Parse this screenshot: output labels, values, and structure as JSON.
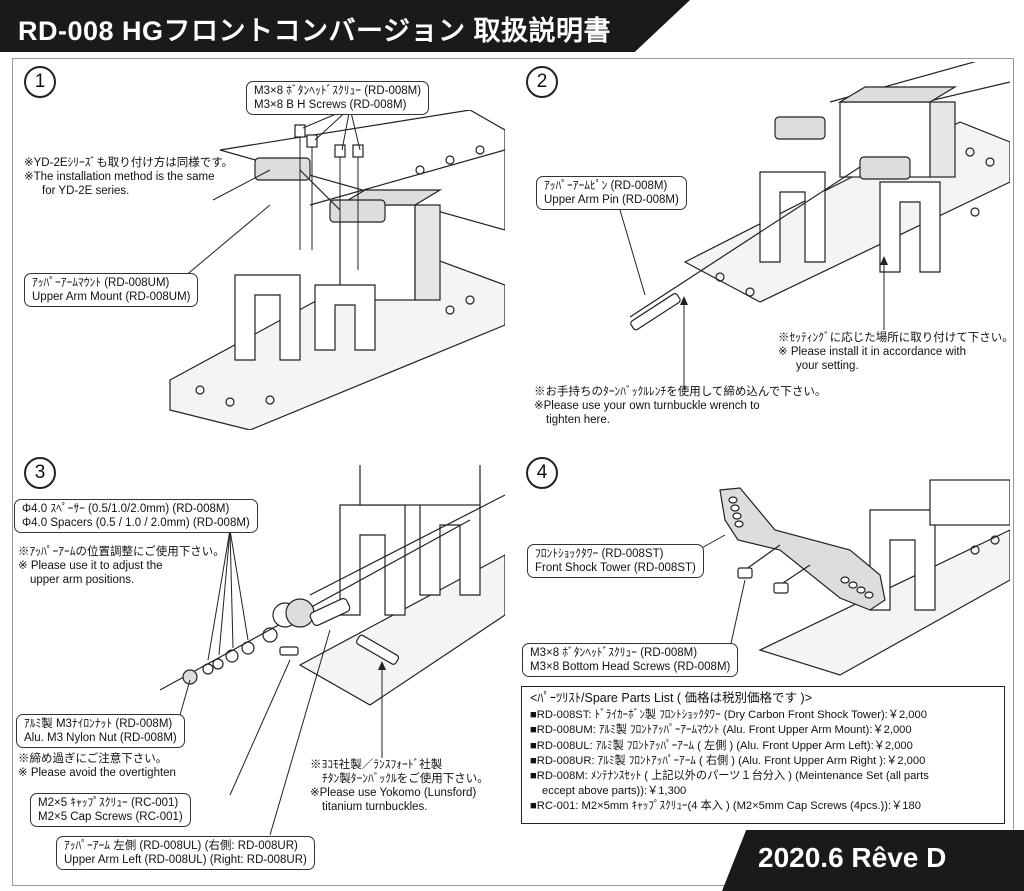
{
  "title": "RD-008 HGフロントコンバージョン 取扱説明書",
  "footer": "2020.6 Rêve D",
  "steps": {
    "s1": {
      "number": "1",
      "screws": [
        "M3×8 ﾎﾞﾀﾝﾍｯﾄﾞｽｸﾘｭｰ (RD-008M)",
        "M3×8 B H Screws (RD-008M)"
      ],
      "note": [
        "※YD-2Eｼﾘｰｽﾞも取り付け方は同様です。",
        "※The installation method is the same",
        "for YD-2E series."
      ],
      "mount": [
        "ｱｯﾊﾟｰｱｰﾑﾏｳﾝﾄ (RD-008UM)",
        "Upper Arm Mount (RD-008UM)"
      ]
    },
    "s2": {
      "number": "2",
      "pin": [
        "ｱｯﾊﾟｰｱｰﾑﾋﾟﾝ (RD-008M)",
        "Upper Arm Pin (RD-008M)"
      ],
      "setting": [
        "※ｾｯﾃｨﾝｸﾞに応じた場所に取り付けて下さい。",
        "※ Please install it in accordance with",
        "your setting."
      ],
      "wrench": [
        "※お手持ちのﾀｰﾝﾊﾞｯｸﾙﾚﾝﾁを使用して締め込んで下さい。",
        "※Please use your own turnbuckle wrench to",
        "tighten here."
      ]
    },
    "s3": {
      "number": "3",
      "spacers": [
        "Φ4.0 ｽﾍﾟｰｻｰ (0.5/1.0/2.0mm) (RD-008M)",
        "Φ4.0 Spacers (0.5 / 1.0 / 2.0mm) (RD-008M)"
      ],
      "adjust": [
        "※ｱｯﾊﾟｰｱｰﾑの位置調整にご使用下さい。",
        "※ Please use it to adjust the",
        "upper arm positions."
      ],
      "nut": [
        "ｱﾙﾐ製 M3ﾅｲﾛﾝﾅｯﾄ (RD-008M)",
        "Alu. M3 Nylon Nut (RD-008M)"
      ],
      "overtighten": [
        "※締め過ぎにご注意下さい。",
        "※  Please avoid the overtighten"
      ],
      "caps": [
        "M2×5 ｷｬｯﾌﾟｽｸﾘｭｰ (RC-001)",
        "M2×5 Cap Screws (RC-001)"
      ],
      "yokomo": [
        "※ﾖｺﾓ社製／ﾗﾝｽﾌｫｰﾄﾞ社製",
        "ﾁﾀﾝ製ﾀｰﾝﾊﾞｯｸﾙをご使用下さい。",
        "※Please use Yokomo (Lunsford)",
        "titanium turnbuckles."
      ],
      "arm": [
        "ｱｯﾊﾟｰｱｰﾑ 左側 (RD-008UL) (右側: RD-008UR)",
        "Upper Arm Left (RD-008UL) (Right: RD-008UR)"
      ]
    },
    "s4": {
      "number": "4",
      "tower": [
        "ﾌﾛﾝﾄｼｮｯｸﾀﾜｰ (RD-008ST)",
        "Front Shock Tower (RD-008ST)"
      ],
      "screws": [
        "M3×8 ﾎﾞﾀﾝﾍｯﾄﾞｽｸﾘｭｰ (RD-008M)",
        "M3×8 Bottom Head Screws (RD-008M)"
      ]
    }
  },
  "parts_list": {
    "heading": "<ﾊﾟｰﾂﾘｽﾄ/Spare Parts List ( 価格は税別価格です )>",
    "items": [
      "■RD-008ST: ﾄﾞﾗｲｶｰﾎﾞﾝ製 ﾌﾛﾝﾄｼｮｯｸﾀﾜｰ (Dry Carbon Front Shock Tower):￥2,000",
      "■RD-008UM: ｱﾙﾐ製 ﾌﾛﾝﾄｱｯﾊﾟｰｱｰﾑﾏｳﾝﾄ (Alu. Front Upper Arm Mount):￥2,000",
      "■RD-008UL: ｱﾙﾐ製 ﾌﾛﾝﾄｱｯﾊﾟｰｱｰﾑ ( 左側 ) (Alu. Front Upper Arm Left):￥2,000",
      "■RD-008UR: ｱﾙﾐ製 ﾌﾛﾝﾄｱｯﾊﾟｰｱｰﾑ ( 右側 ) (Alu. Front Upper Arm Right ):￥2,000",
      "■RD-008M: ﾒﾝﾃﾅﾝｽｾｯﾄ ( 上記以外のパーツ１台分入 ) (Meintenance Set (all parts",
      "  eccept above parts)):￥1,300",
      "■RC-001: M2×5mm ｷｬｯﾌﾟｽｸﾘｭｰ(4 本入 ) (M2×5mm Cap Screws (4pcs.)):￥180"
    ]
  }
}
